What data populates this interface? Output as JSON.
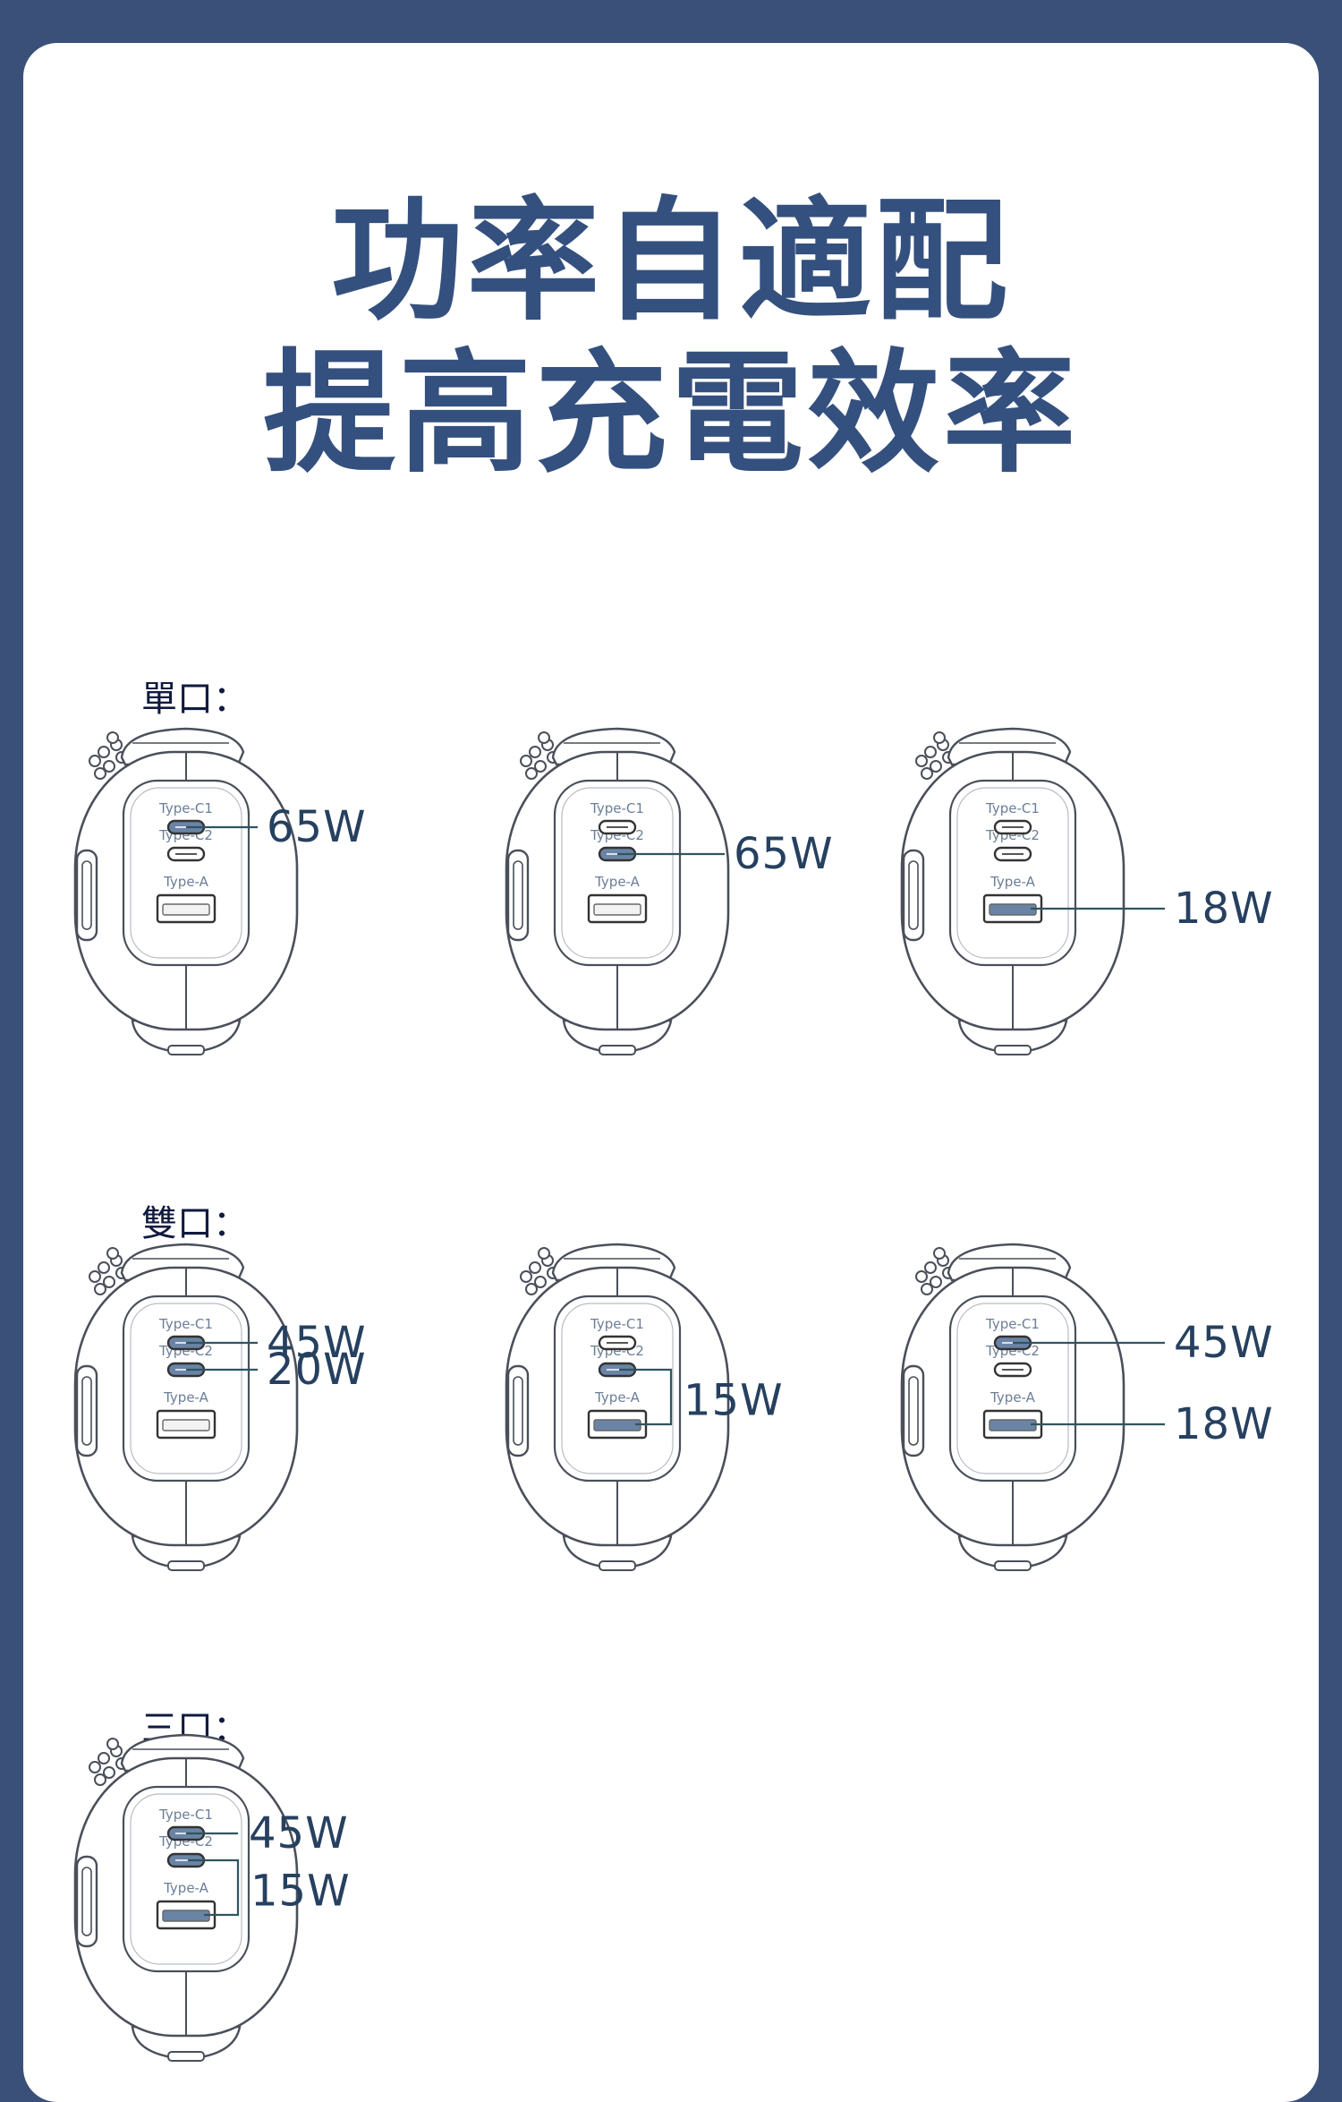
{
  "headline": {
    "line1": "功率自適配",
    "line2": "提高充電效率"
  },
  "colors": {
    "frame": "#3a5078",
    "heading": "#34507e",
    "active_port": "#6a84a6",
    "leader": "#2f5560"
  },
  "port_labels": {
    "c1": "Type-C1",
    "c2": "Type-C2",
    "a": "Type-A"
  },
  "sections": [
    {
      "label": "單口：",
      "configs": [
        {
          "active_ports": [
            "c1"
          ],
          "outputs": [
            "65W"
          ]
        },
        {
          "active_ports": [
            "c2"
          ],
          "outputs": [
            "65W"
          ]
        },
        {
          "active_ports": [
            "a"
          ],
          "outputs": [
            "18W"
          ]
        }
      ]
    },
    {
      "label": "雙口：",
      "configs": [
        {
          "active_ports": [
            "c1",
            "c2"
          ],
          "outputs": [
            "45W",
            "20W"
          ]
        },
        {
          "active_ports": [
            "c2",
            "a"
          ],
          "outputs": [
            "15W"
          ]
        },
        {
          "active_ports": [
            "c1",
            "a"
          ],
          "outputs": [
            "45W",
            "18W"
          ]
        }
      ]
    },
    {
      "label": "三口：",
      "configs": [
        {
          "active_ports": [
            "c1",
            "c2",
            "a"
          ],
          "outputs": [
            "45W",
            "15W"
          ]
        }
      ]
    }
  ]
}
